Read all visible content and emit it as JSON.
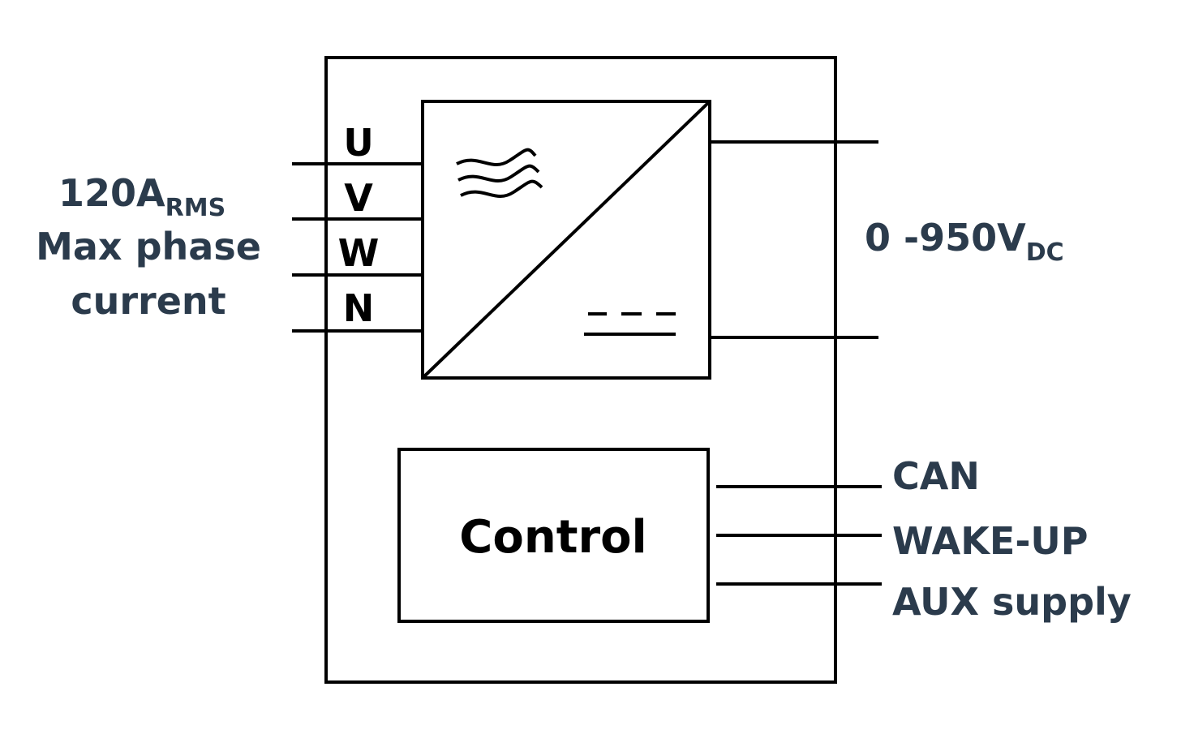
{
  "colors": {
    "label": "#2b3b4c",
    "line": "#000000",
    "background": "#ffffff"
  },
  "input": {
    "phases": [
      "U",
      "V",
      "W",
      "N"
    ],
    "current_value": "120A",
    "current_subscript": "RMS",
    "desc_line1": "Max phase",
    "desc_line2": "current"
  },
  "converter": {
    "ac_symbol": "ac-wave-symbol-icon",
    "dc_symbol": "dc-symbol-icon"
  },
  "output": {
    "voltage_value": "0 -950V",
    "voltage_subscript": "DC"
  },
  "control": {
    "label": "Control",
    "signals": [
      "CAN",
      "WAKE-UP",
      "AUX supply"
    ]
  }
}
